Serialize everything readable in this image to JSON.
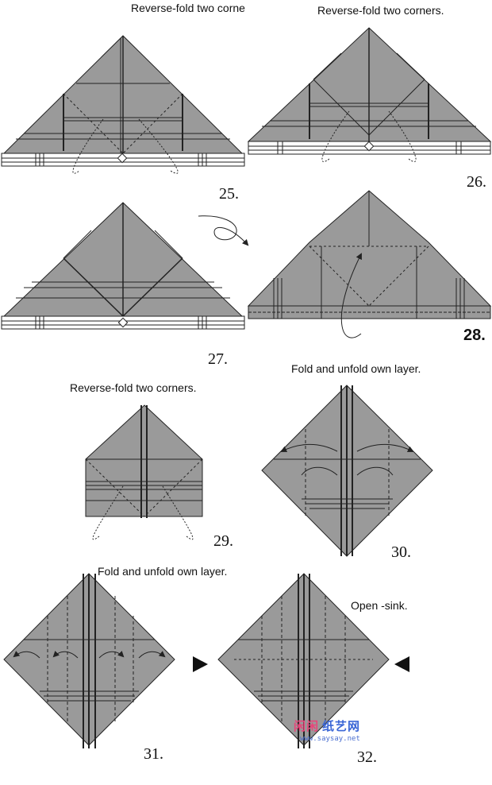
{
  "captions": {
    "step25": "Reverse-fold two corne",
    "step26": "Reverse-fold two corners.",
    "step29": "Reverse-fold two corners.",
    "step30": "Fold and unfold own layer.",
    "step31": "Fold and unfold own layer.",
    "step32": "Open -sink."
  },
  "step_numbers": {
    "s25": "25.",
    "s26": "26.",
    "s27": "27.",
    "s28": "28.",
    "s29": "29.",
    "s30": "30.",
    "s31": "31.",
    "s32": "32."
  },
  "watermark": {
    "brand_left": "闲闲",
    "brand_right": "纸艺网",
    "url": "www.saysay.net",
    "brand_left_color": "#e8457a",
    "brand_right_color": "#3a66d6"
  },
  "colors": {
    "paper": "#9a9a9a",
    "line": "#222222",
    "background": "#ffffff"
  }
}
